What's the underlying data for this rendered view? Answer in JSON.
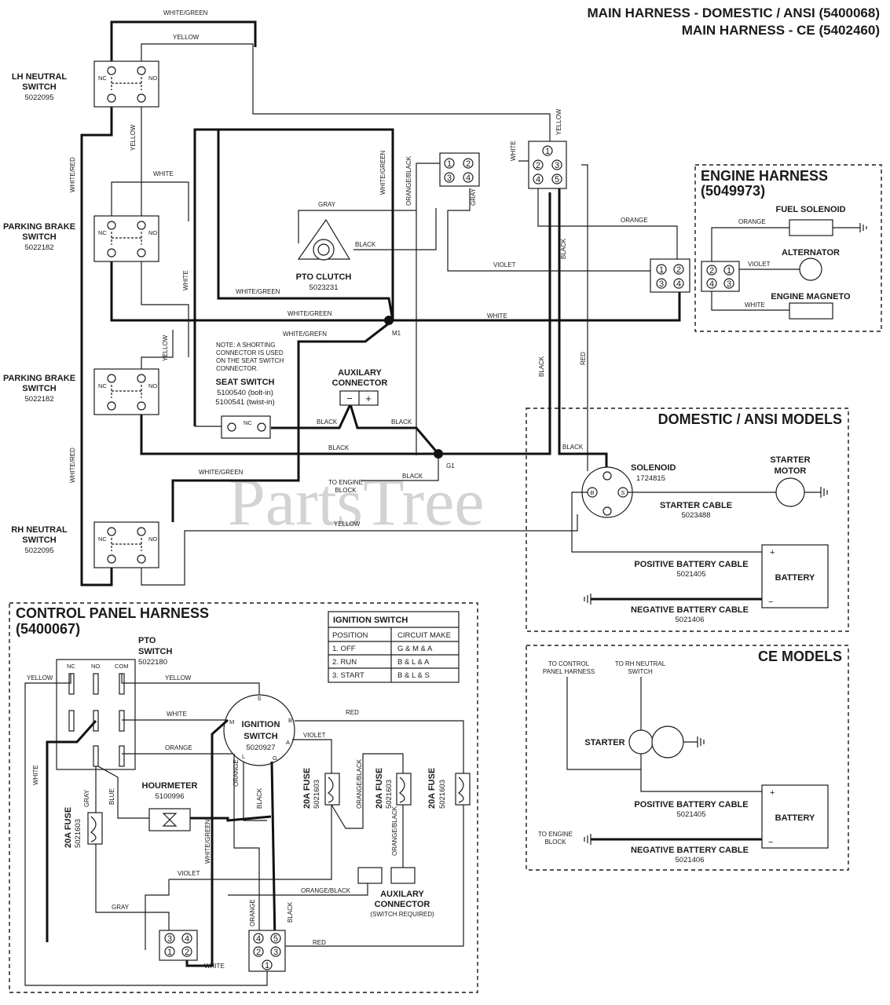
{
  "titles": {
    "main1": "MAIN HARNESS - DOMESTIC / ANSI (5400068)",
    "main2": "MAIN HARNESS - CE (5402460)",
    "engine1": "ENGINE HARNESS",
    "engine2": "(5049973)",
    "domestic": "DOMESTIC / ANSI MODELS",
    "ce": "CE MODELS",
    "control1": "CONTROL PANEL HARNESS",
    "control2": "(5400067)"
  },
  "watermark": "PartsTree",
  "components": {
    "lh_neutral": {
      "name1": "LH NEUTRAL",
      "name2": "SWITCH",
      "part": "5022095",
      "nc": "NC",
      "no": "NO"
    },
    "parking_brake_1": {
      "name1": "PARKING BRAKE",
      "name2": "SWITCH",
      "part": "5022182",
      "nc": "NC",
      "no": "NO"
    },
    "parking_brake_2": {
      "name1": "PARKING BRAKE",
      "name2": "SWITCH",
      "part": "5022182",
      "nc": "NC",
      "no": "NO"
    },
    "rh_neutral": {
      "name1": "RH NEUTRAL",
      "name2": "SWITCH",
      "part": "5022095",
      "nc": "NC",
      "no": "NO"
    },
    "pto_clutch": {
      "name": "PTO CLUTCH",
      "part": "5023231"
    },
    "seat_switch": {
      "name": "SEAT SWITCH",
      "part1": "5100540 (bolt-in)",
      "part2": "5100541 (twist-in)",
      "nc": "NC"
    },
    "note": [
      "NOTE: A SHORTING",
      "CONNECTOR IS USED",
      "ON THE SEAT SWITCH",
      "CONNECTOR."
    ],
    "aux1": {
      "name1": "AUXILARY",
      "name2": "CONNECTOR",
      "minus": "−",
      "plus": "+"
    },
    "to_engine_block": [
      "TO ENGINE",
      "BLOCK"
    ],
    "m1": "M1",
    "g1": "G1",
    "fuel_solenoid": "FUEL SOLENOID",
    "alternator": "ALTERNATOR",
    "engine_magneto": "ENGINE MAGNETO",
    "solenoid": {
      "name": "SOLENOID",
      "part": "1724815",
      "b": "B",
      "s": "S"
    },
    "starter_motor": [
      "STARTER",
      "MOTOR"
    ],
    "starter_cable": {
      "name": "STARTER CABLE",
      "part": "5023488"
    },
    "pos_battery_cable": {
      "name": "POSITIVE BATTERY CABLE",
      "part": "5021405"
    },
    "neg_battery_cable": {
      "name": "NEGATIVE BATTERY CABLE",
      "part": "5021406"
    },
    "battery": {
      "name": "BATTERY",
      "plus": "+",
      "minus": "−"
    },
    "ce_to_control": [
      "TO CONTROL",
      "PANEL HARNESS"
    ],
    "ce_to_rh": [
      "TO RH NEUTRAL",
      "SWITCH"
    ],
    "ce_starter": "STARTER",
    "ce_to_engine_block": [
      "TO ENGINE",
      "BLOCK"
    ],
    "pto_switch": {
      "name1": "PTO",
      "name2": "SWITCH",
      "part": "5022180",
      "nc": "NC",
      "no": "NO",
      "com": "COM"
    },
    "ignition_switch": {
      "name1": "IGNITION",
      "name2": "SWITCH",
      "part": "5020927",
      "s": "S",
      "m": "M",
      "b": "B",
      "a": "A",
      "l": "L",
      "g": "G"
    },
    "hourmeter": {
      "name": "HOURMETER",
      "part": "5100996"
    },
    "fuse": {
      "name": "20A FUSE",
      "part": "5021603"
    },
    "aux2": {
      "name1": "AUXILARY",
      "name2": "CONNECTOR",
      "note": "(SWITCH REQUIRED)"
    }
  },
  "connector_pins": {
    "p1": "1",
    "p2": "2",
    "p3": "3",
    "p4": "4",
    "p5": "5"
  },
  "wire_labels": {
    "white_green": "WHITE/GREEN",
    "white_red": "WHITE/RED",
    "yellow": "YELLOW",
    "white": "WHITE",
    "gray": "GRAY",
    "black": "BLACK",
    "orange_black": "ORANGE/BLACK",
    "orange": "ORANGE",
    "violet": "VIOLET",
    "red": "RED",
    "blue": "BLUE",
    "white_grefn": "WHITE/GREFN"
  },
  "ignition_table": {
    "title": "IGNITION SWITCH",
    "headers": [
      "POSITION",
      "CIRCUIT MAKE"
    ],
    "rows": [
      [
        "1. OFF",
        "G & M & A"
      ],
      [
        "2. RUN",
        "B & L & A"
      ],
      [
        "3. START",
        "B & L & S"
      ]
    ]
  }
}
